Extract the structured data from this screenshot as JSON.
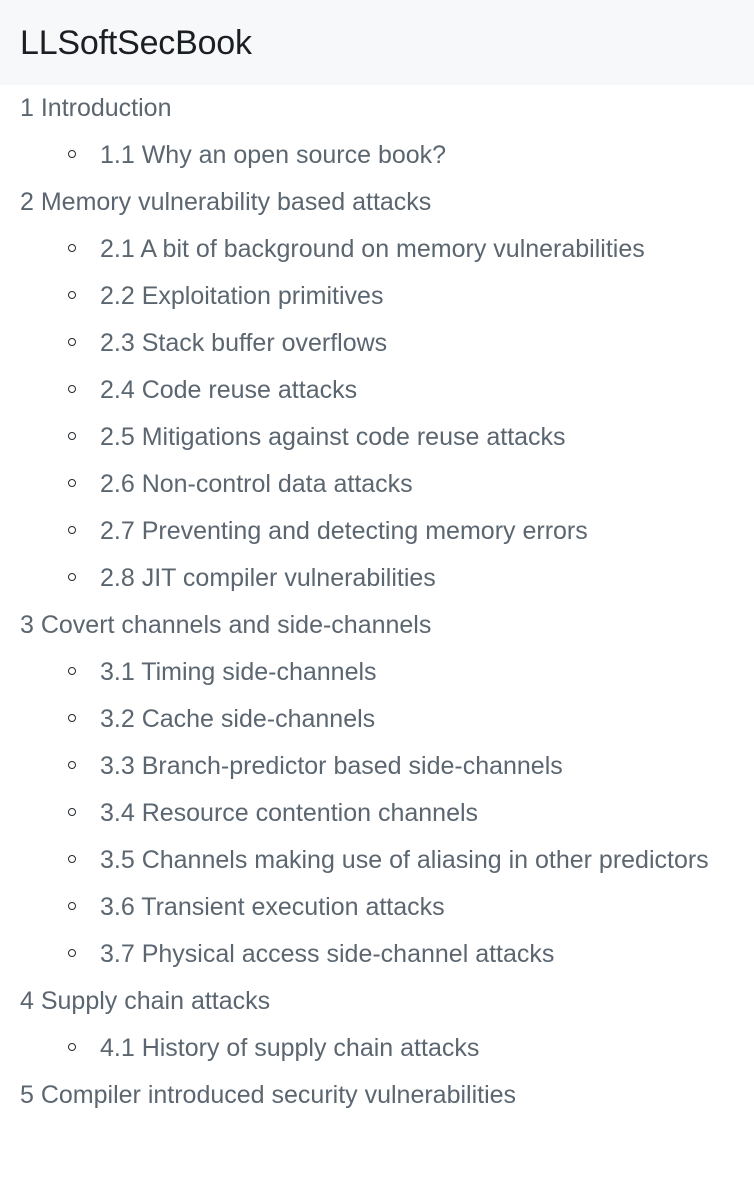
{
  "header": {
    "title": "LLSoftSecBook",
    "background": "#f6f8fa",
    "title_color": "#1b1f23"
  },
  "theme": {
    "page_background": "#ffffff",
    "toc_text_color": "#5b6670",
    "bullet_color": "#24292e"
  },
  "toc": {
    "marker_icon": "hollow-circle-bullet-icon",
    "chapters": [
      {
        "label": "1 Introduction",
        "sections": [
          {
            "label": "1.1 Why an open source book?"
          }
        ]
      },
      {
        "label": "2 Memory vulnerability based attacks",
        "sections": [
          {
            "label": "2.1 A bit of background on memory vulnerabilities"
          },
          {
            "label": "2.2 Exploitation primitives"
          },
          {
            "label": "2.3 Stack buffer overflows"
          },
          {
            "label": "2.4 Code reuse attacks"
          },
          {
            "label": "2.5 Mitigations against code reuse attacks"
          },
          {
            "label": "2.6 Non-control data attacks"
          },
          {
            "label": "2.7 Preventing and detecting memory errors"
          },
          {
            "label": "2.8 JIT compiler vulnerabilities"
          }
        ]
      },
      {
        "label": "3 Covert channels and side-channels",
        "sections": [
          {
            "label": "3.1 Timing side-channels"
          },
          {
            "label": "3.2 Cache side-channels"
          },
          {
            "label": "3.3 Branch-predictor based side-channels"
          },
          {
            "label": "3.4 Resource contention channels"
          },
          {
            "label": "3.5 Channels making use of aliasing in other predictors"
          },
          {
            "label": "3.6 Transient execution attacks"
          },
          {
            "label": "3.7 Physical access side-channel attacks"
          }
        ]
      },
      {
        "label": "4 Supply chain attacks",
        "sections": [
          {
            "label": "4.1 History of supply chain attacks"
          }
        ]
      },
      {
        "label": "5 Compiler introduced security vulnerabilities",
        "sections": []
      }
    ]
  }
}
